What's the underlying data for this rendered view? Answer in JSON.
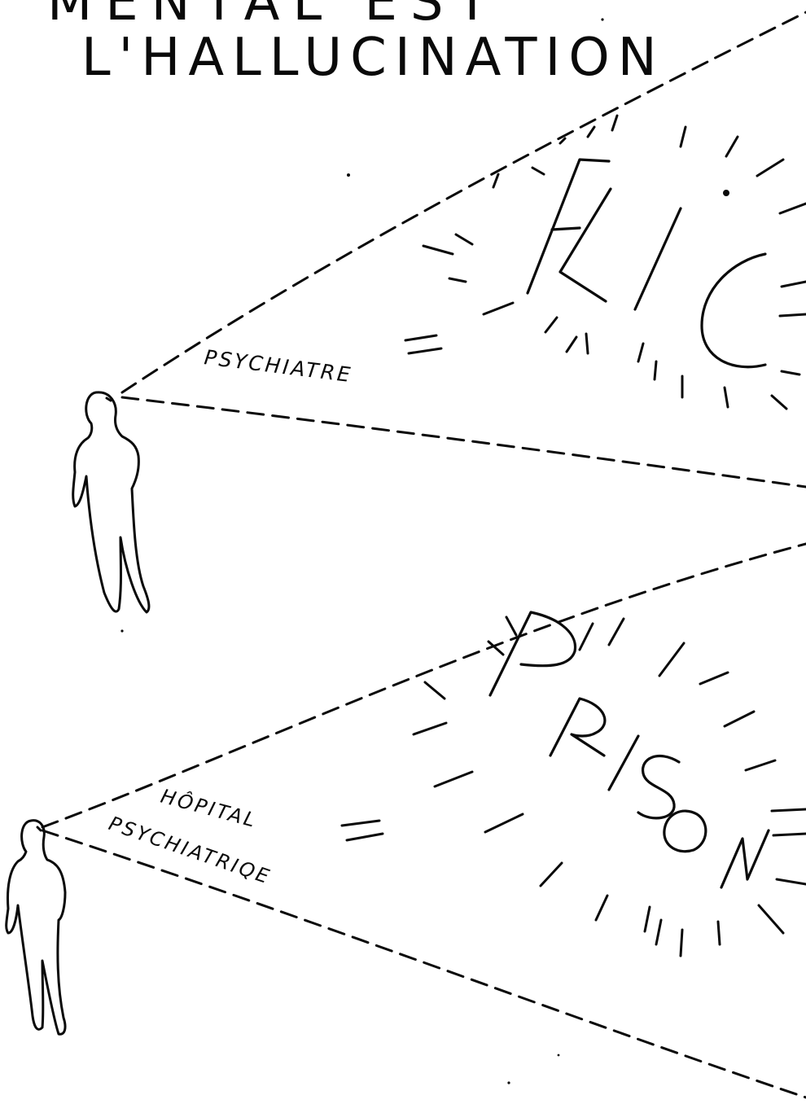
{
  "header": {
    "line1": "MENTAL EST",
    "line2": "L'HALLUCINATION"
  },
  "scene_top": {
    "gaze_label": "PSYCHIATRE",
    "vision_word": "FLIC"
  },
  "scene_bottom": {
    "gaze_label_1": "HÔPITAL",
    "gaze_label_2": "PSYCHIATRIQE",
    "vision_word": "PRISON"
  },
  "colors": {
    "ink": "#0a0a0a",
    "paper": "#ffffff"
  }
}
